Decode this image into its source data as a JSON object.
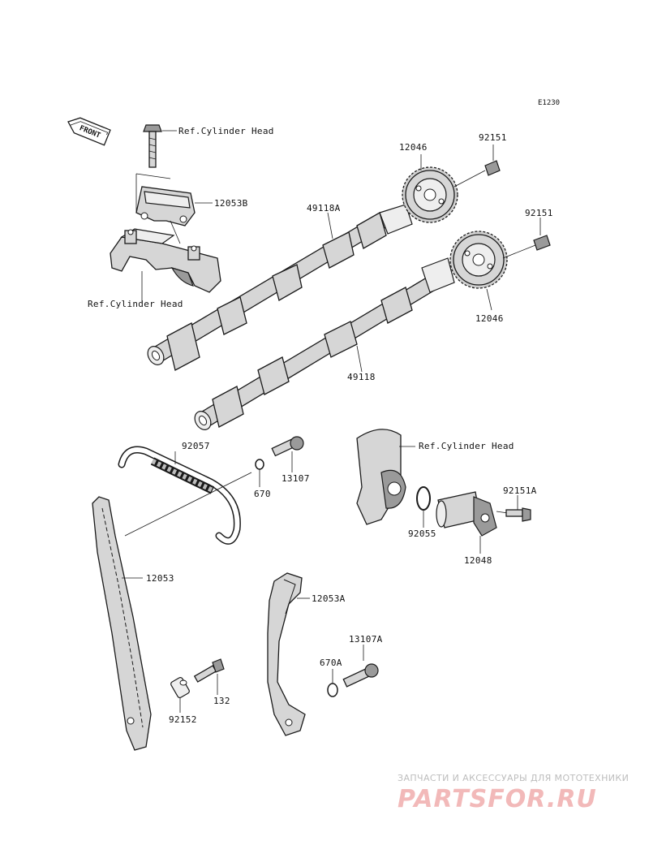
{
  "diagram_code": "E1230",
  "front_tag": "FRONT",
  "labels": {
    "ref_cylinder_head_top": "Ref.Cylinder Head",
    "ref_cylinder_head_left": "Ref.Cylinder Head",
    "ref_cylinder_head_right": "Ref.Cylinder Head",
    "p12053B": "12053B",
    "p49118A": "49118A",
    "p12046_top": "12046",
    "p92151_top": "92151",
    "p92151_mid": "92151",
    "p12046_mid": "12046",
    "p49118": "49118",
    "p92057": "92057",
    "p13107": "13107",
    "p670": "670",
    "p92055": "92055",
    "p92151A": "92151A",
    "p12048": "12048",
    "p12053": "12053",
    "p12053A": "12053A",
    "p13107A": "13107A",
    "p670A": "670A",
    "p132": "132",
    "p92152": "92152"
  },
  "watermark": {
    "tagline": "ЗАПЧАСТИ И АКСЕССУАРЫ ДЛЯ МОТОТЕХНИКИ",
    "logo": "PARTSFOR.RU"
  }
}
